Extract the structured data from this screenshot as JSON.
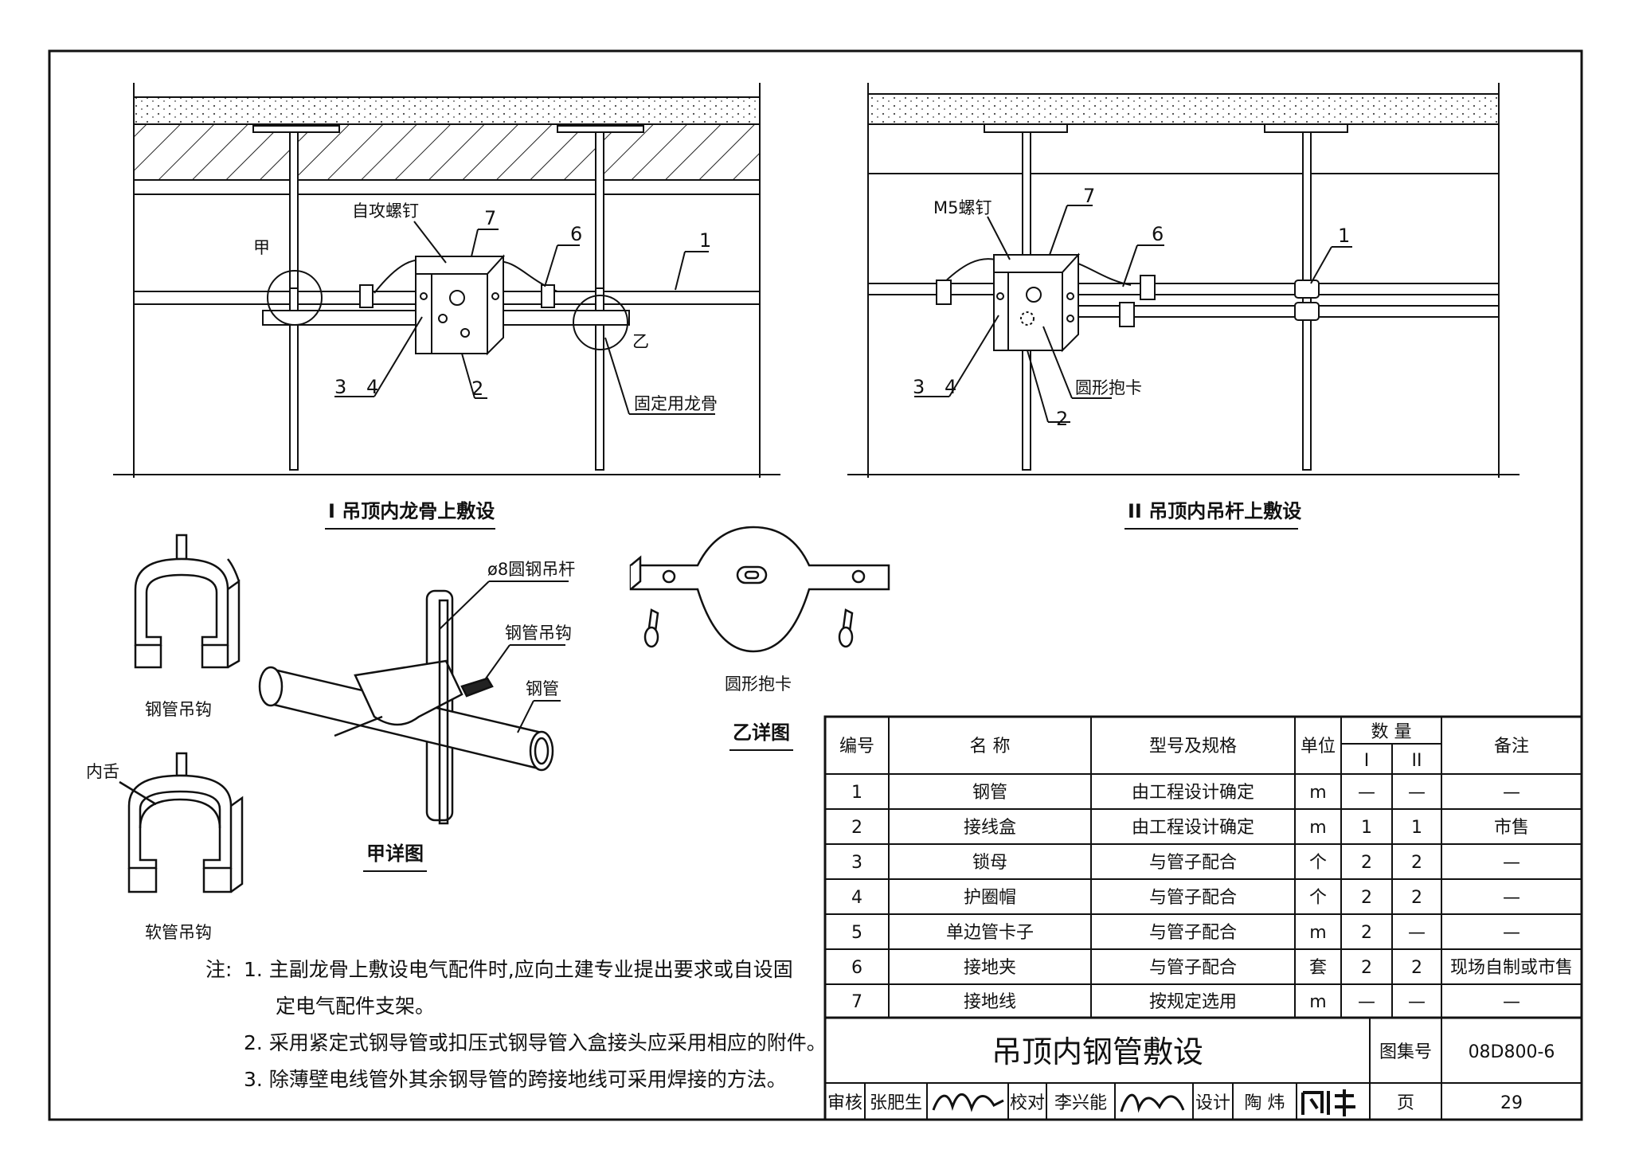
{
  "figure_I": {
    "title": "I 吊顶内龙骨上敷设",
    "labels": {
      "self_tap_screw": "自攻螺钉",
      "jia": "甲",
      "yi": "乙",
      "fix_keel": "固定用龙骨"
    },
    "callouts": [
      "1",
      "2",
      "3",
      "4",
      "6",
      "7"
    ]
  },
  "figure_II": {
    "title": "II 吊顶内吊杆上敷设",
    "labels": {
      "m5_screw": "M5螺钉",
      "round_clamp": "圆形抱卡"
    },
    "callouts": [
      "1",
      "2",
      "3",
      "4",
      "6",
      "7"
    ]
  },
  "hooks": {
    "steel_hook": "钢管吊钩",
    "inner_tongue": "内舌",
    "soft_hook": "软管吊钩"
  },
  "detail_jia": {
    "title": "甲详图",
    "rod": "ø8圆钢吊杆",
    "hook": "钢管吊钩",
    "pipe": "钢管"
  },
  "detail_yi": {
    "title": "乙详图",
    "clamp": "圆形抱卡"
  },
  "table": {
    "headers": {
      "no": "编号",
      "name": "名  称",
      "spec": "型号及规格",
      "unit": "单位",
      "qty": "数  量",
      "qty_i": "I",
      "qty_ii": "II",
      "remark": "备注"
    },
    "rows": [
      {
        "no": "1",
        "name": "钢管",
        "spec": "由工程设计确定",
        "unit": "m",
        "q1": "—",
        "q2": "—",
        "remark": "—"
      },
      {
        "no": "2",
        "name": "接线盒",
        "spec": "由工程设计确定",
        "unit": "m",
        "q1": "1",
        "q2": "1",
        "remark": "市售"
      },
      {
        "no": "3",
        "name": "锁母",
        "spec": "与管子配合",
        "unit": "个",
        "q1": "2",
        "q2": "2",
        "remark": "—"
      },
      {
        "no": "4",
        "name": "护圈帽",
        "spec": "与管子配合",
        "unit": "个",
        "q1": "2",
        "q2": "2",
        "remark": "—"
      },
      {
        "no": "5",
        "name": "单边管卡子",
        "spec": "与管子配合",
        "unit": "m",
        "q1": "2",
        "q2": "—",
        "remark": "—"
      },
      {
        "no": "6",
        "name": "接地夹",
        "spec": "与管子配合",
        "unit": "套",
        "q1": "2",
        "q2": "2",
        "remark": "现场自制或市售"
      },
      {
        "no": "7",
        "name": "接地线",
        "spec": "按规定选用",
        "unit": "m",
        "q1": "—",
        "q2": "—",
        "remark": "—"
      }
    ]
  },
  "title_block": {
    "title": "吊顶内钢管敷设",
    "atlas_label": "图集号",
    "atlas_no": "08D800-6",
    "review_label": "审核",
    "reviewer": "张肥生",
    "check_label": "校对",
    "checker": "李兴能",
    "design_label": "设计",
    "designer": "陶  炜",
    "page_label": "页",
    "page_no": "29"
  },
  "notes": {
    "prefix": "注:",
    "items": [
      "1.  主副龙骨上敷设电气配件时,应向土建专业提出要求或自设固",
      "定电气配件支架。",
      "2.  采用紧定式钢导管或扣压式钢导管入盒接头应采用相应的附件。",
      "3.  除薄壁电线管外其余钢导管的跨接地线可采用焊接的方法。"
    ]
  }
}
